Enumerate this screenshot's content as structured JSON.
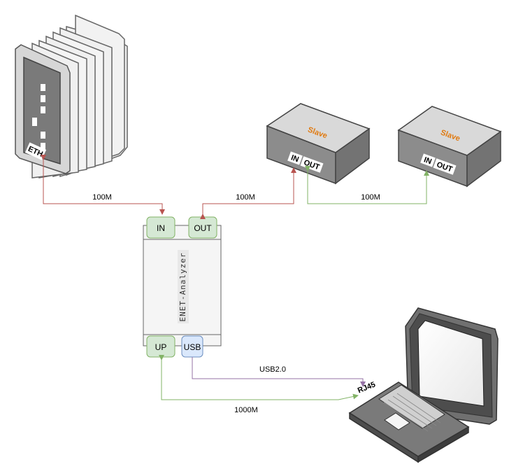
{
  "server": {
    "port_label": "ETH"
  },
  "analyzer": {
    "title": "ENET-Analyzer",
    "ports": {
      "in": "IN",
      "out": "OUT",
      "up": "UP",
      "usb": "USB"
    }
  },
  "slaves": [
    {
      "label": "Slave",
      "in": "IN",
      "out": "OUT"
    },
    {
      "label": "Slave",
      "in": "IN",
      "out": "OUT"
    }
  ],
  "laptop": {
    "port_label": "RJ45"
  },
  "links": {
    "eth_to_in": "100M",
    "out_to_slave1": "100M",
    "slave1_to_slave2": "100M",
    "usb_link": "USB2.0",
    "up_link": "1000M"
  },
  "colors": {
    "red_link": "#b85450",
    "green_link": "#82b366",
    "purple_link": "#9673a6",
    "green_port_fill": "#d5e8d4",
    "blue_port_fill": "#dae8fc",
    "blue_port_stroke": "#6c8ebf",
    "slave_text": "#e07a10"
  }
}
